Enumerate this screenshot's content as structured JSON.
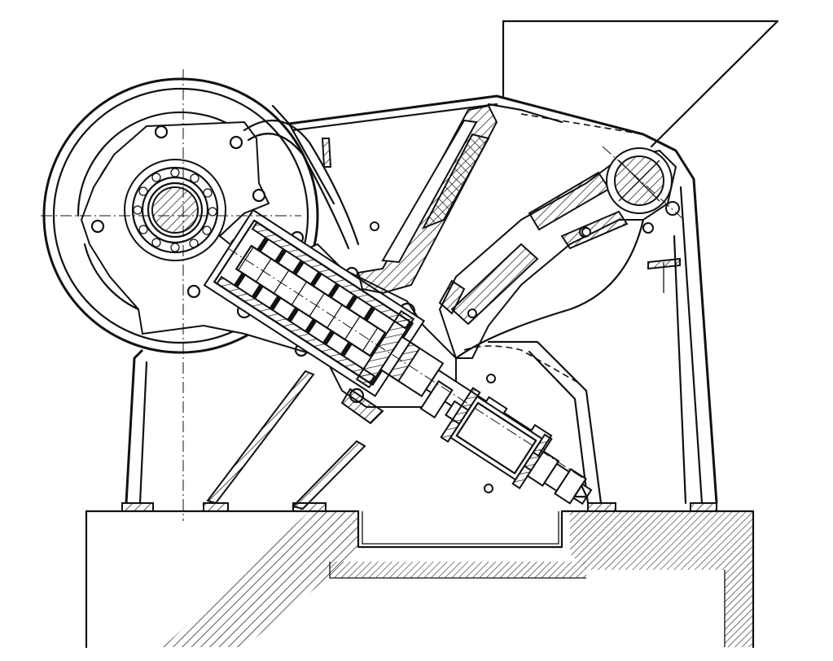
{
  "figure": {
    "kind": "line-engraving",
    "subject": "mechanical-assembly-cross-section",
    "colors": {
      "ink": "#111111",
      "paper": "#ffffff"
    },
    "parts": [
      "foundation",
      "recess",
      "frame",
      "hopper",
      "flywheel",
      "hub-bearing",
      "eccentric-housing",
      "spring-cylinder",
      "pitman-arm",
      "toggle-pivot",
      "tension-rod",
      "adjusting-nuts",
      "bolts",
      "centerlines"
    ]
  }
}
